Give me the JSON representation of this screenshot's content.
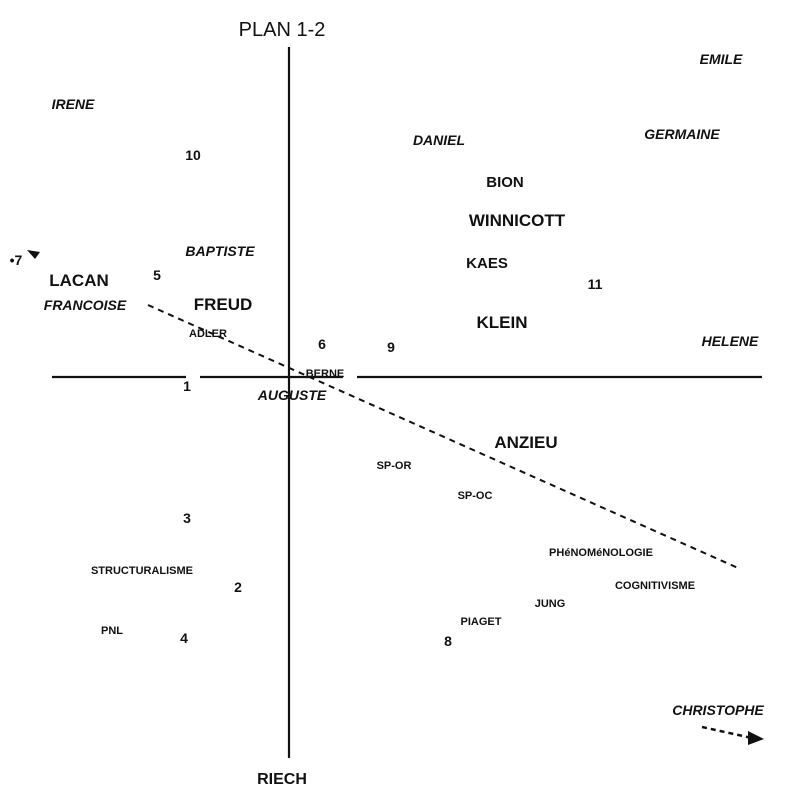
{
  "chart_data": {
    "type": "scatter",
    "title": "PLAN 1-2",
    "xlabel": "",
    "ylabel": "RIECH",
    "grid": false,
    "legend": "none",
    "colors": {
      "ink": "#111111",
      "background": "#ffffff"
    },
    "points": [
      {
        "label": "IRENE",
        "x": -3.6,
        "y": 4.55,
        "style": "italic"
      },
      {
        "label": "10",
        "x": -1.6,
        "y": 3.7,
        "style": "number"
      },
      {
        "label": "BAPTISTE",
        "x": -1.15,
        "y": 2.1,
        "style": "italic"
      },
      {
        "label": "•7",
        "x": -4.55,
        "y": 1.95,
        "style": "number"
      },
      {
        "label": "LACAN",
        "x": -3.5,
        "y": 1.6,
        "style": "large"
      },
      {
        "label": "5",
        "x": -2.2,
        "y": 1.7,
        "style": "number"
      },
      {
        "label": "FRANCOISE",
        "x": -3.4,
        "y": 1.2,
        "style": "italic"
      },
      {
        "label": "FREUD",
        "x": -1.1,
        "y": 1.2,
        "style": "large"
      },
      {
        "label": "ADLER",
        "x": -1.35,
        "y": 0.75,
        "style": "small"
      },
      {
        "label": "6",
        "x": 0.55,
        "y": 0.55,
        "style": "number"
      },
      {
        "label": "9",
        "x": 1.7,
        "y": 0.5,
        "style": "number"
      },
      {
        "label": "BERNE",
        "x": 0.6,
        "y": 0.08,
        "style": "small"
      },
      {
        "label": "1",
        "x": -1.7,
        "y": -0.15,
        "style": "number"
      },
      {
        "label": "AUGUSTE",
        "x": 0.05,
        "y": -0.3,
        "style": "italic"
      },
      {
        "label": "DANIEL",
        "x": 2.5,
        "y": 3.95,
        "style": "italic"
      },
      {
        "label": "EMILE",
        "x": 7.2,
        "y": 5.3,
        "style": "italic"
      },
      {
        "label": "GERMAINE",
        "x": 6.55,
        "y": 4.05,
        "style": "italic"
      },
      {
        "label": "BION",
        "x": 3.6,
        "y": 3.25,
        "style": "upright"
      },
      {
        "label": "WINNICOTT",
        "x": 3.8,
        "y": 2.6,
        "style": "large"
      },
      {
        "label": "KAES",
        "x": 3.3,
        "y": 1.9,
        "style": "upright"
      },
      {
        "label": "11",
        "x": 5.1,
        "y": 1.55,
        "style": "number"
      },
      {
        "label": "KLEIN",
        "x": 3.55,
        "y": 0.9,
        "style": "large"
      },
      {
        "label": "HELENE",
        "x": 7.35,
        "y": 0.6,
        "style": "italic"
      },
      {
        "label": "ANZIEU",
        "x": 3.95,
        "y": -1.1,
        "style": "large"
      },
      {
        "label": "SP-OR",
        "x": 1.75,
        "y": -1.45,
        "style": "small"
      },
      {
        "label": "SP-OC",
        "x": 3.1,
        "y": -1.95,
        "style": "small"
      },
      {
        "label": "3",
        "x": -1.7,
        "y": -2.35,
        "style": "number"
      },
      {
        "label": "STRUCTURALISME",
        "x": -2.45,
        "y": -3.2,
        "style": "small"
      },
      {
        "label": "PHéNOMéNOLOGIE",
        "x": 5.2,
        "y": -2.9,
        "style": "small"
      },
      {
        "label": "COGNITIVISME",
        "x": 6.1,
        "y": -3.45,
        "style": "small"
      },
      {
        "label": "2",
        "x": -0.85,
        "y": -3.5,
        "style": "number"
      },
      {
        "label": "JUNG",
        "x": 4.35,
        "y": -3.75,
        "style": "small"
      },
      {
        "label": "PIAGET",
        "x": 3.2,
        "y": -4.05,
        "style": "small"
      },
      {
        "label": "PNL",
        "x": -2.95,
        "y": -4.2,
        "style": "small"
      },
      {
        "label": "4",
        "x": -1.75,
        "y": -4.35,
        "style": "number"
      },
      {
        "label": "8",
        "x": 2.65,
        "y": -4.4,
        "style": "number"
      },
      {
        "label": "CHRISTOPHE",
        "x": 7.15,
        "y": -5.55,
        "style": "italic"
      }
    ]
  }
}
